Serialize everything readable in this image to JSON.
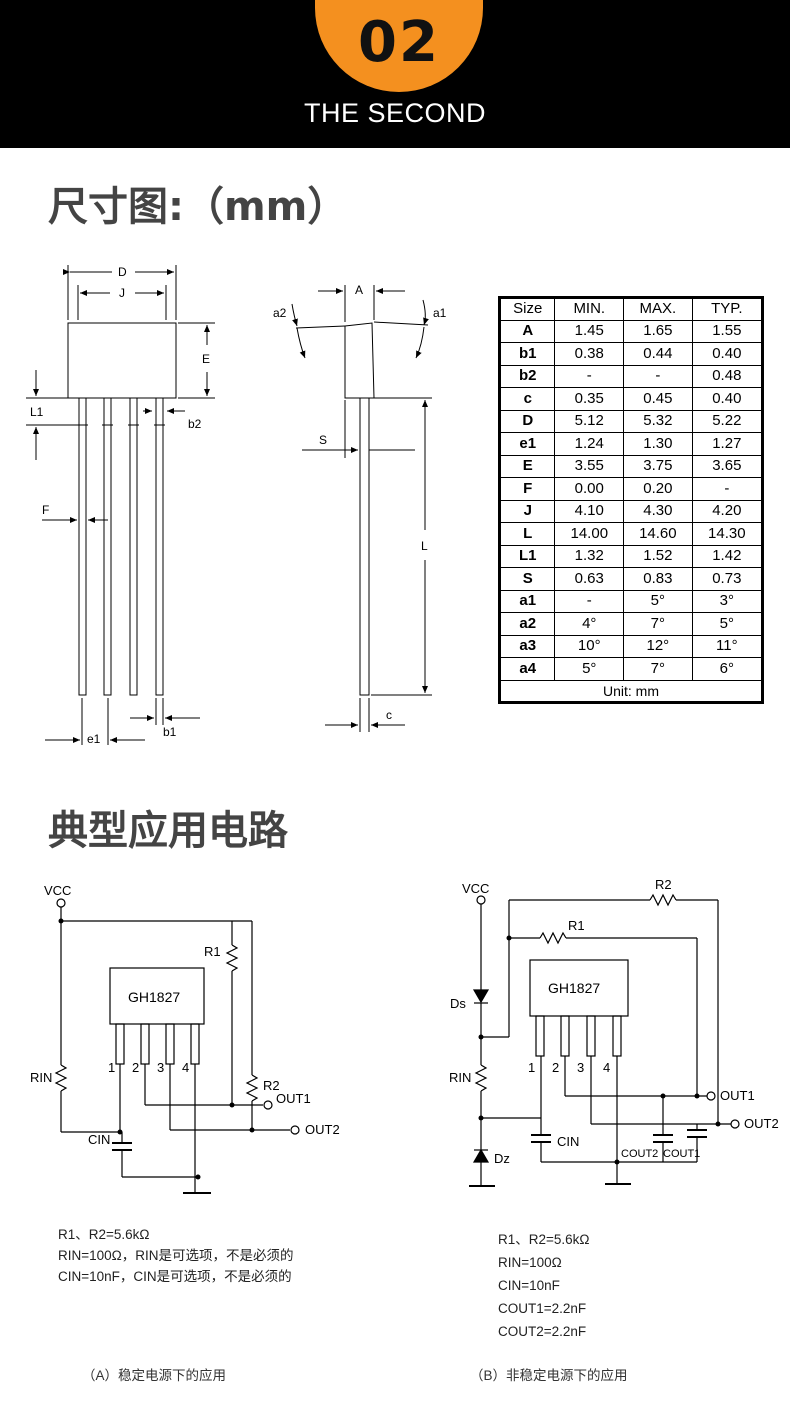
{
  "banner": {
    "number": "02",
    "subtitle": "THE SECOND"
  },
  "section_dimensions": {
    "title": "尺寸图:（mm）"
  },
  "section_circuits": {
    "title": "典型应用电路"
  },
  "dimension_labels": {
    "D": "D",
    "J": "J",
    "E": "E",
    "L1": "L1",
    "b2": "b2",
    "F": "F",
    "e1": "e1",
    "b1": "b1",
    "A": "A",
    "a1": "a1",
    "a2": "a2",
    "S": "S",
    "L": "L",
    "c": "c"
  },
  "spec_table": {
    "headers": [
      "Size",
      "MIN.",
      "MAX.",
      "TYP."
    ],
    "rows": [
      [
        "A",
        "1.45",
        "1.65",
        "1.55"
      ],
      [
        "b1",
        "0.38",
        "0.44",
        "0.40"
      ],
      [
        "b2",
        "-",
        "-",
        "0.48"
      ],
      [
        "c",
        "0.35",
        "0.45",
        "0.40"
      ],
      [
        "D",
        "5.12",
        "5.32",
        "5.22"
      ],
      [
        "e1",
        "1.24",
        "1.30",
        "1.27"
      ],
      [
        "E",
        "3.55",
        "3.75",
        "3.65"
      ],
      [
        "F",
        "0.00",
        "0.20",
        "-"
      ],
      [
        "J",
        "4.10",
        "4.30",
        "4.20"
      ],
      [
        "L",
        "14.00",
        "14.60",
        "14.30"
      ],
      [
        "L1",
        "1.32",
        "1.52",
        "1.42"
      ],
      [
        "S",
        "0.63",
        "0.83",
        "0.73"
      ],
      [
        "a1",
        "-",
        "5°",
        "3°"
      ],
      [
        "a2",
        "4°",
        "7°",
        "5°"
      ],
      [
        "a3",
        "10°",
        "12°",
        "11°"
      ],
      [
        "a4",
        "5°",
        "7°",
        "6°"
      ]
    ],
    "unit": "Unit: mm"
  },
  "circuit_a": {
    "vcc": "VCC",
    "chip": "GH1827",
    "r1": "R1",
    "r2": "R2",
    "rin": "RIN",
    "cin": "CIN",
    "pins": [
      "1",
      "2",
      "3",
      "4"
    ],
    "out1": "OUT1",
    "out2": "OUT2",
    "notes": [
      "R1、R2=5.6kΩ",
      "RIN=100Ω，RIN是可选项，不是必须的",
      "CIN=10nF，CIN是可选项，不是必须的"
    ],
    "caption": "（A）稳定电源下的应用"
  },
  "circuit_b": {
    "vcc": "VCC",
    "chip": "GH1827",
    "r1": "R1",
    "r2": "R2",
    "rin": "RIN",
    "cin": "CIN",
    "ds": "Ds",
    "dz": "Dz",
    "cout1": "COUT1",
    "cout2": "COUT2",
    "pins": [
      "1",
      "2",
      "3",
      "4"
    ],
    "out1": "OUT1",
    "out2": "OUT2",
    "notes": [
      "R1、R2=5.6kΩ",
      "RIN=100Ω",
      "CIN=10nF",
      "COUT1=2.2nF",
      "COUT2=2.2nF"
    ],
    "caption": "（B）非稳定电源下的应用"
  }
}
